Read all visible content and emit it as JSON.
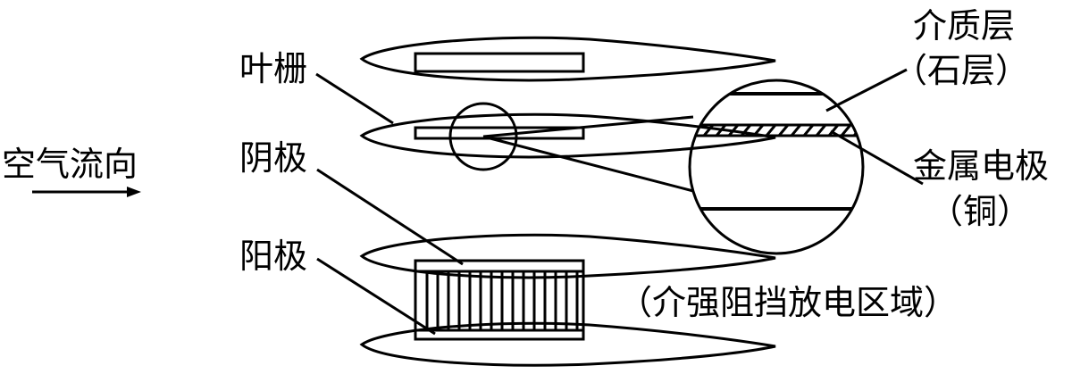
{
  "labels": {
    "airflow": "空气流向",
    "cascade": "叶栅",
    "cathode": "阴极",
    "anode": "阳极",
    "dielectric": "介质层",
    "dielectric_material": "（石层）",
    "metal_electrode": "金属电极",
    "metal_material": "（铜）",
    "discharge_zone": "（介强阻挡放电区域）"
  }
}
